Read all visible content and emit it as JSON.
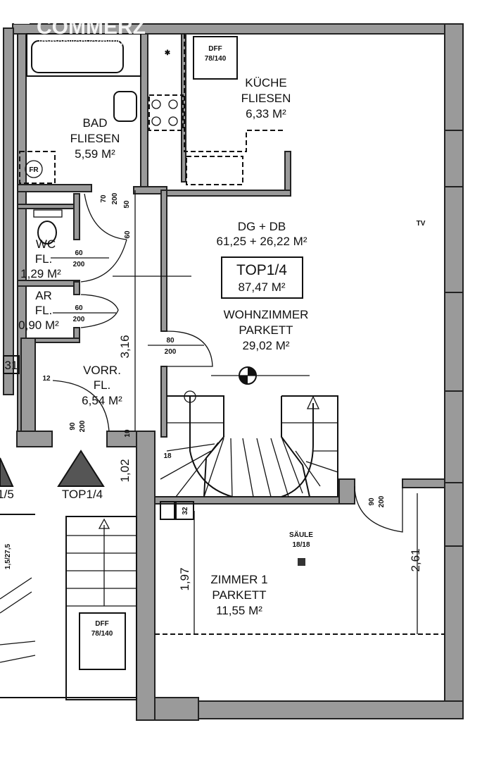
{
  "watermark": {
    "brand": "COMMERZ",
    "subtitle": "immobilienvermittlung"
  },
  "rooms": {
    "bad": {
      "name": "BAD",
      "floor": "FLIESEN",
      "area": "5,59 M²"
    },
    "kueche": {
      "name": "KÜCHE",
      "floor": "FLIESEN",
      "area": "6,33 M²"
    },
    "wc": {
      "name": "WC",
      "floor": "FL.",
      "area": "1,29 M²"
    },
    "ar": {
      "name": "AR",
      "floor": "FL.",
      "area": "0,90 M²"
    },
    "vorraum": {
      "name": "VORR.",
      "floor": "FL.",
      "area": "6,54 M²"
    },
    "wohnzimmer": {
      "name": "WOHNZIMMER",
      "floor": "PARKETT",
      "area": "29,02 M²"
    },
    "zimmer1": {
      "name": "ZIMMER 1",
      "floor": "PARKETT",
      "area": "11,55 M²"
    }
  },
  "unit": {
    "areas_line": "DG + DB",
    "areas_sum": "61,25 + 26,22 M²",
    "title": "TOP1/4",
    "total": "87,47 M²"
  },
  "labels": {
    "dff_top": [
      "DFF",
      "78/140"
    ],
    "dff_bottom": [
      "DFF",
      "78/140"
    ],
    "tv": "TV",
    "saeule": [
      "SÄULE",
      "18/18"
    ],
    "entrance_left": "1/5",
    "entrance_main": "TOP1/4",
    "box_31": "31",
    "box_32": "32",
    "fr": "FR"
  },
  "dimensions": {
    "door_wc": [
      "60",
      "200"
    ],
    "door_ar": [
      "60",
      "200"
    ],
    "door_wohn": [
      "80",
      "200"
    ],
    "door_entry": [
      "90",
      "200"
    ],
    "door_zimmer": [
      "90",
      "200"
    ],
    "door_bad": [
      "70",
      "200"
    ],
    "d_50": "50",
    "d_60": "60",
    "d_316": "3,16",
    "d_102": "1,02",
    "d_197": "1,97",
    "d_261": "2,61",
    "d_stair": "1,5/27,5",
    "d_10": "10",
    "d_18": "18",
    "d_12": "12"
  }
}
